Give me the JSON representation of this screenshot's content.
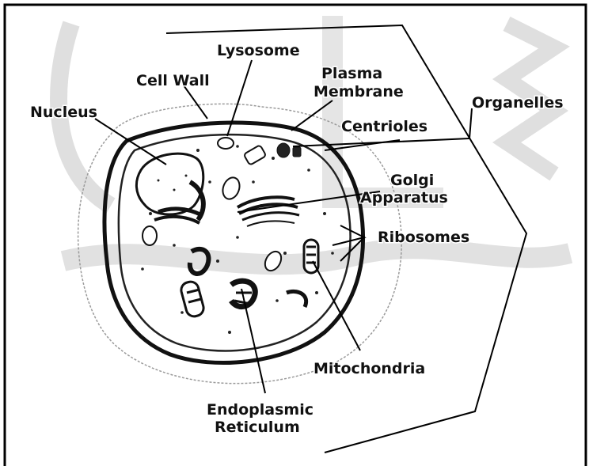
{
  "labels": {
    "lysosome": "Lysosome",
    "cell_wall": "Cell Wall",
    "plasma_line1": "Plasma",
    "plasma_line2": "Membrane",
    "nucleus": "Nucleus",
    "organelles": "Organelles",
    "centrioles": "Centrioles",
    "golgi_line1": "Golgi",
    "golgi_line2": "Apparatus",
    "ribosomes": "Ribosomes",
    "mitochondria": "Mitochondria",
    "er_line1": "Endoplasmic",
    "er_line2": "Reticulum"
  },
  "colors": {
    "ink": "#111111",
    "paper": "#ffffff",
    "watermark": "#d4d4d4"
  }
}
